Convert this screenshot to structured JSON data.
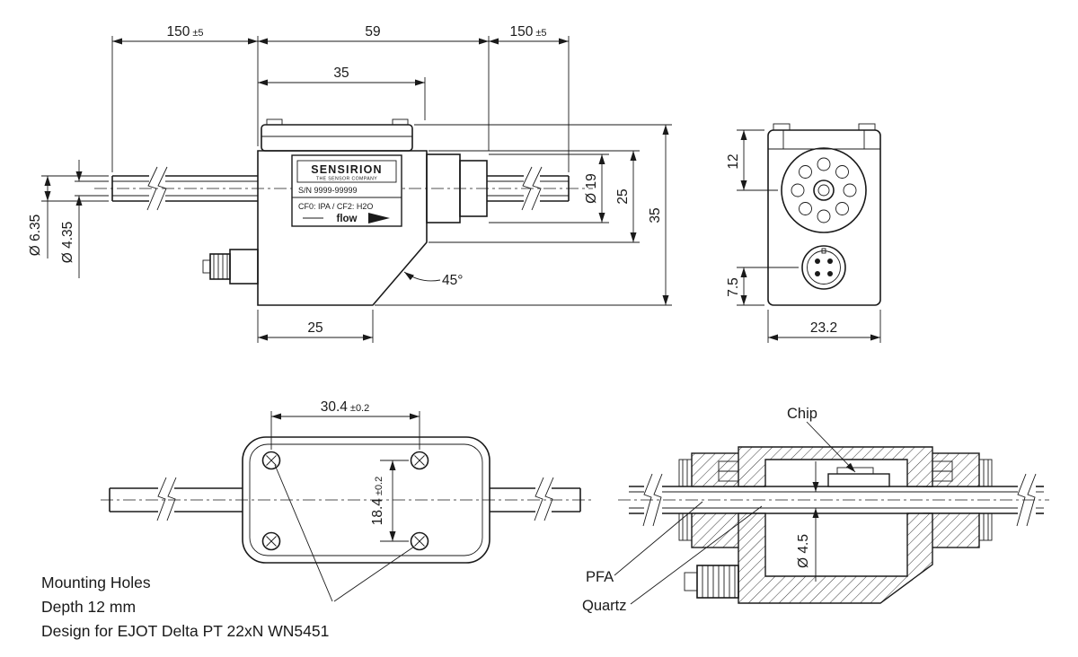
{
  "side_view": {
    "dims": {
      "tube_left": {
        "value": "150",
        "tol": "±5"
      },
      "overall_width": "59",
      "tube_right": {
        "value": "150",
        "tol": "±5"
      },
      "housing_width": "35",
      "tube_outer_dia": "Ø 6.35",
      "tube_inner_dia": "Ø 4.35",
      "fitting_dia": "Ø 19",
      "upper_height": "25",
      "overall_height": "35",
      "chamfer_angle": "45°",
      "base_width": "25"
    },
    "label": {
      "brand": "SENSIRION",
      "tagline": "THE SENSOR COMPANY",
      "serial": "S/N 9999-99999",
      "fluids": "CF0: IPA / CF2: H2O",
      "flow": "flow"
    }
  },
  "end_view": {
    "dims": {
      "top_to_center": "12",
      "connector_offset": "7.5",
      "depth": "23.2"
    }
  },
  "top_view": {
    "dims": {
      "hole_spacing_x": {
        "value": "30.4",
        "tol": "±0.2"
      },
      "hole_spacing_y": {
        "value": "18.4",
        "tol": "±0.2"
      }
    },
    "notes": {
      "line1": "Mounting Holes",
      "line2": "Depth 12 mm",
      "line3": "Design for EJOT Delta PT 22xN WN5451"
    }
  },
  "section_view": {
    "labels": {
      "chip": "Chip",
      "pfa": "PFA",
      "quartz": "Quartz"
    },
    "dims": {
      "bore_dia": "Ø 4.5"
    }
  }
}
